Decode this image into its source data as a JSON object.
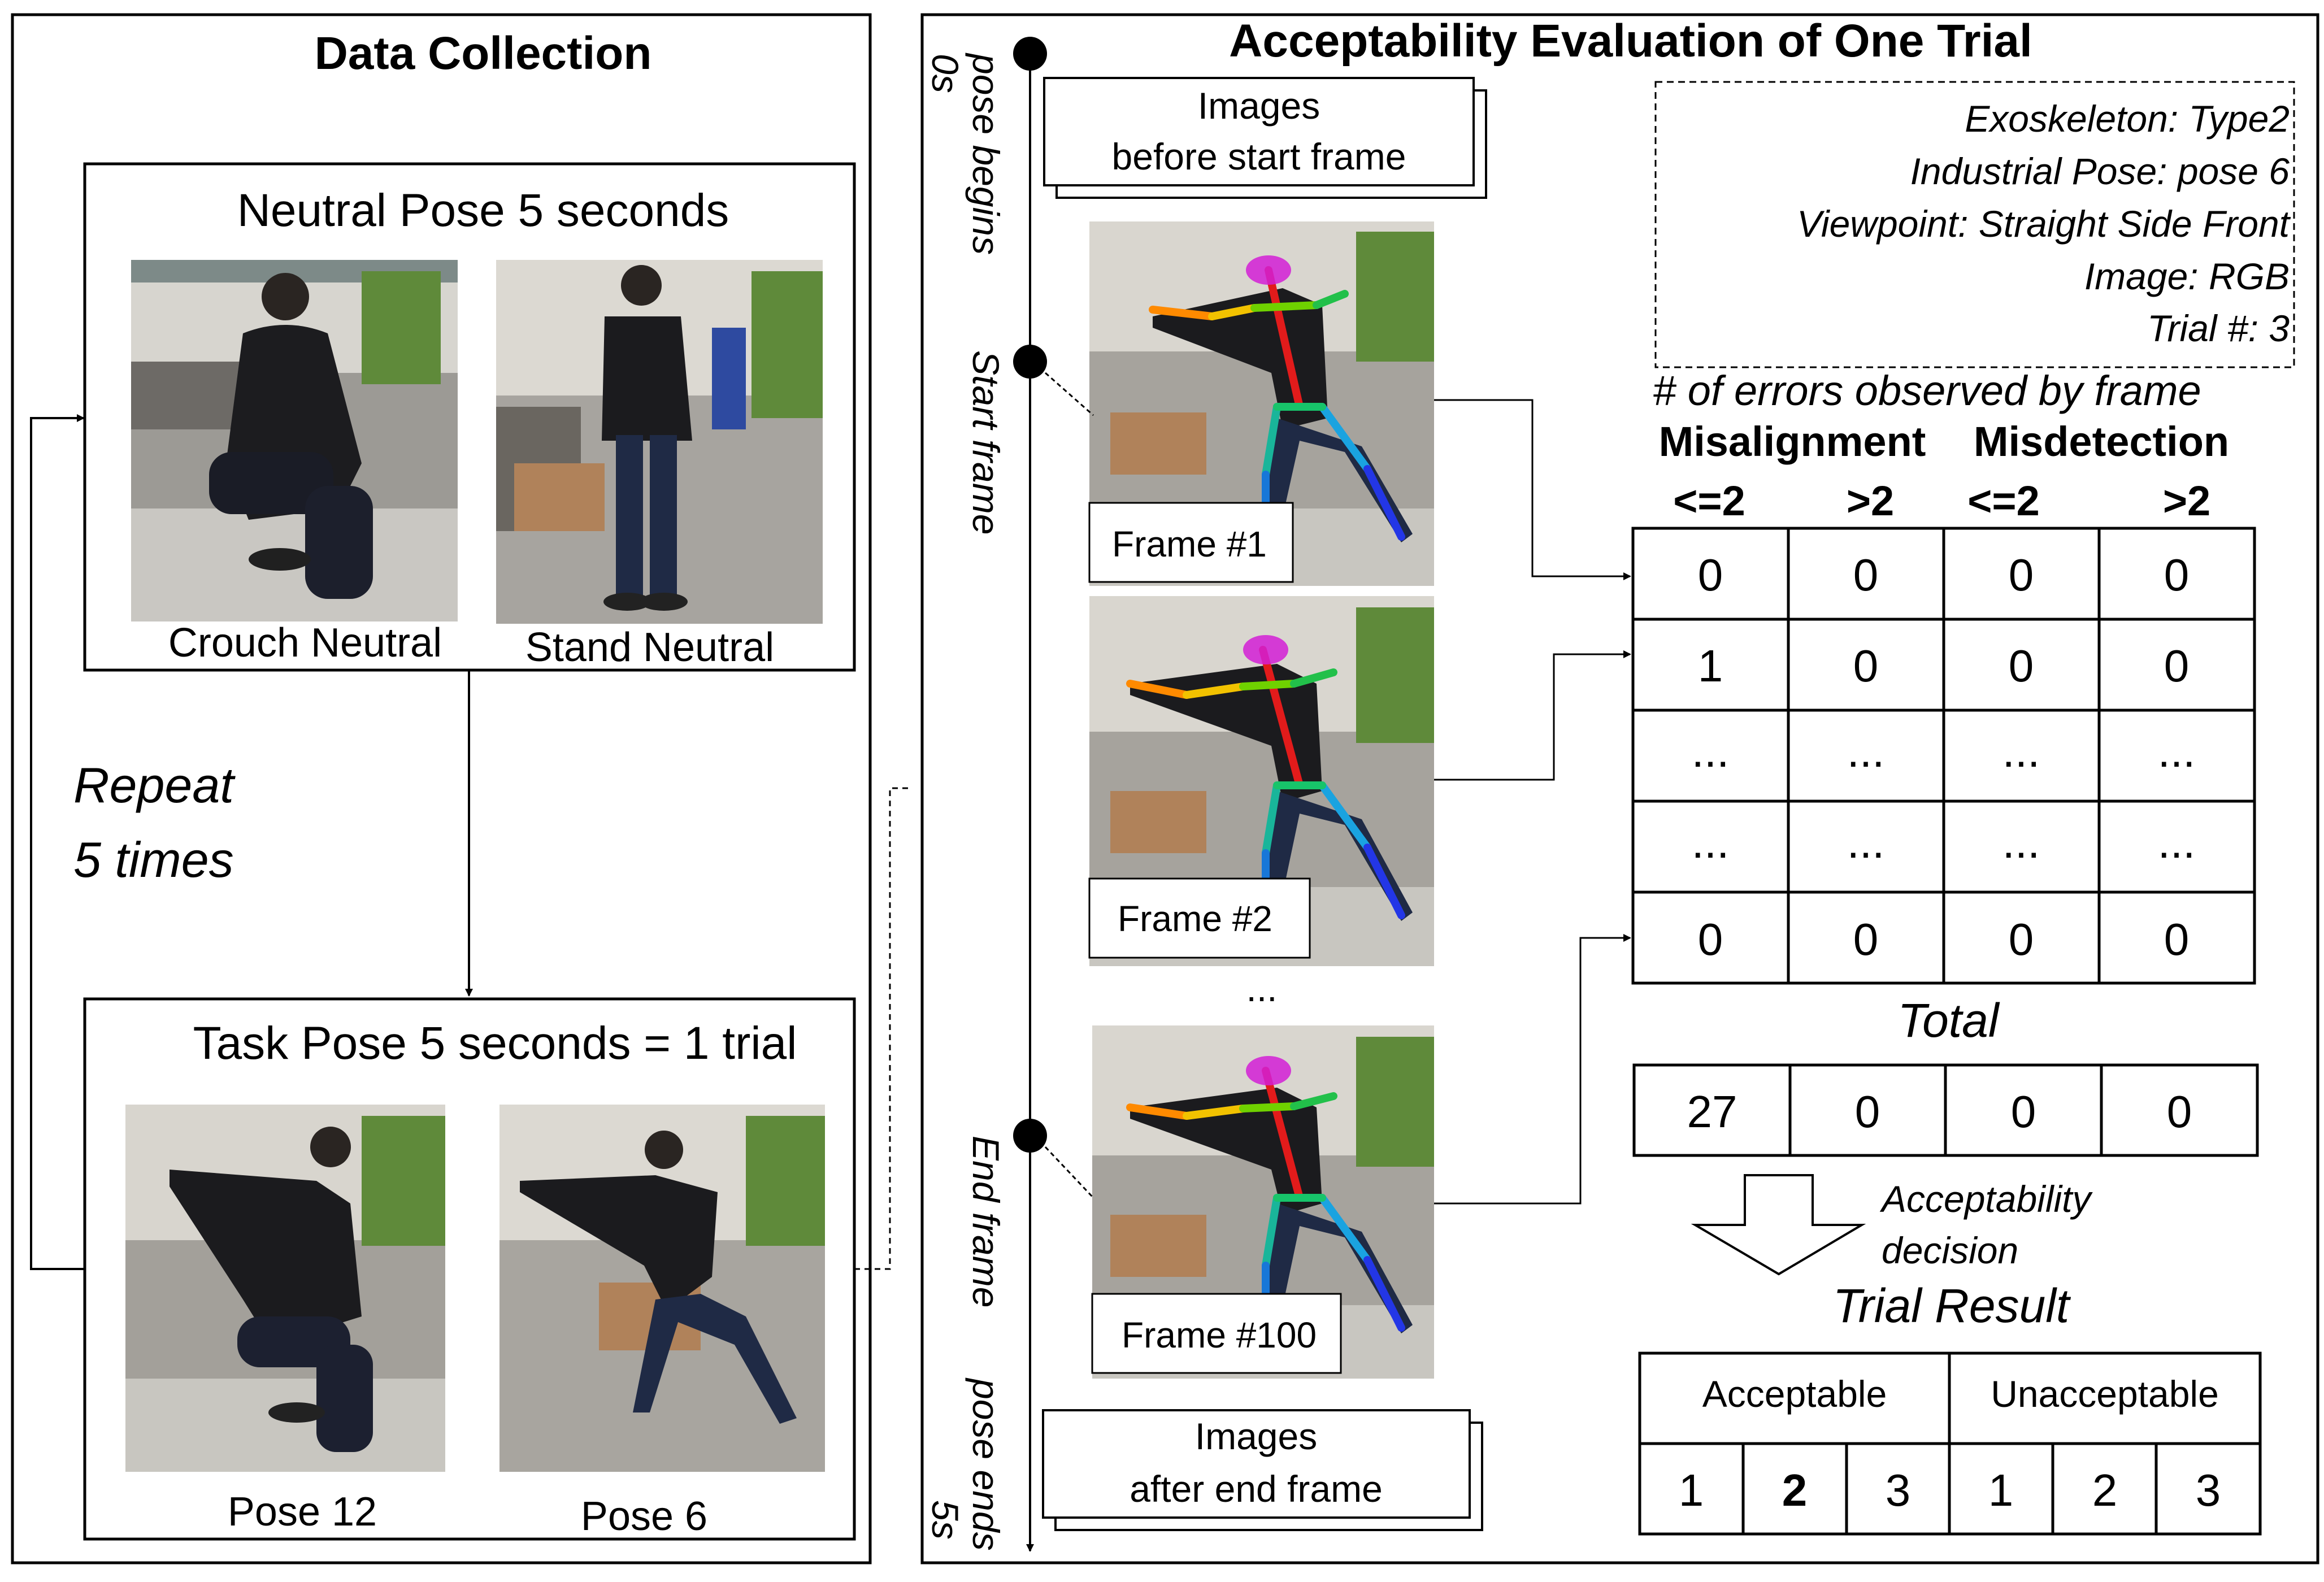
{
  "left_panel": {
    "title": "Data Collection",
    "neutral_box": {
      "title": "Neutral Pose 5 seconds",
      "photos": [
        {
          "caption": "Crouch Neutral"
        },
        {
          "caption": "Stand Neutral"
        }
      ]
    },
    "repeat_line1": "Repeat",
    "repeat_line2": "5 times",
    "task_box": {
      "title": "Task Pose 5 seconds = 1 trial",
      "photos": [
        {
          "caption": "Pose 12"
        },
        {
          "caption": "Pose 6"
        }
      ]
    }
  },
  "right_panel": {
    "title": "Acceptability Evaluation of One Trial",
    "timeline": {
      "start_time": "0s",
      "end_time": "5s",
      "pose_begins": "pose begins",
      "start_frame": "Start frame",
      "end_frame": "End frame",
      "pose_ends": "pose ends"
    },
    "images_before": {
      "line1": "Images",
      "line2": "before start frame"
    },
    "images_after": {
      "line1": "Images",
      "line2": "after end frame"
    },
    "frames": [
      {
        "label": "Frame #1"
      },
      {
        "label": "Frame #2"
      },
      {
        "label": "Frame #100"
      }
    ],
    "frame_ellipsis": "...",
    "info": {
      "exoskeleton": "Exoskeleton: Type2",
      "industrial_pose": "Industrial Pose: pose 6",
      "viewpoint": "Viewpoint:  Straight Side Front",
      "image": "Image: RGB",
      "trial": "Trial #: 3"
    },
    "errors_title": "# of errors observed by frame",
    "misalignment": "Misalignment",
    "misdetection": "Misdetection",
    "col_labels": [
      "<=2",
      ">2",
      "<=2",
      ">2"
    ],
    "frame_table": [
      [
        "0",
        "0",
        "0",
        "0"
      ],
      [
        "1",
        "0",
        "0",
        "0"
      ],
      [
        "...",
        "...",
        "...",
        "..."
      ],
      [
        "...",
        "...",
        "...",
        "..."
      ],
      [
        "0",
        "0",
        "0",
        "0"
      ]
    ],
    "total_label": "Total",
    "total_row": [
      "27",
      "0",
      "0",
      "0"
    ],
    "decision_line1": "Acceptability",
    "decision_line2": "decision",
    "trial_result_label": "Trial Result",
    "acceptable": "Acceptable",
    "unacceptable": "Unacceptable",
    "result_values": [
      "1",
      "2",
      "3",
      "1",
      "2",
      "3"
    ],
    "highlight_color": "#e8161b"
  }
}
